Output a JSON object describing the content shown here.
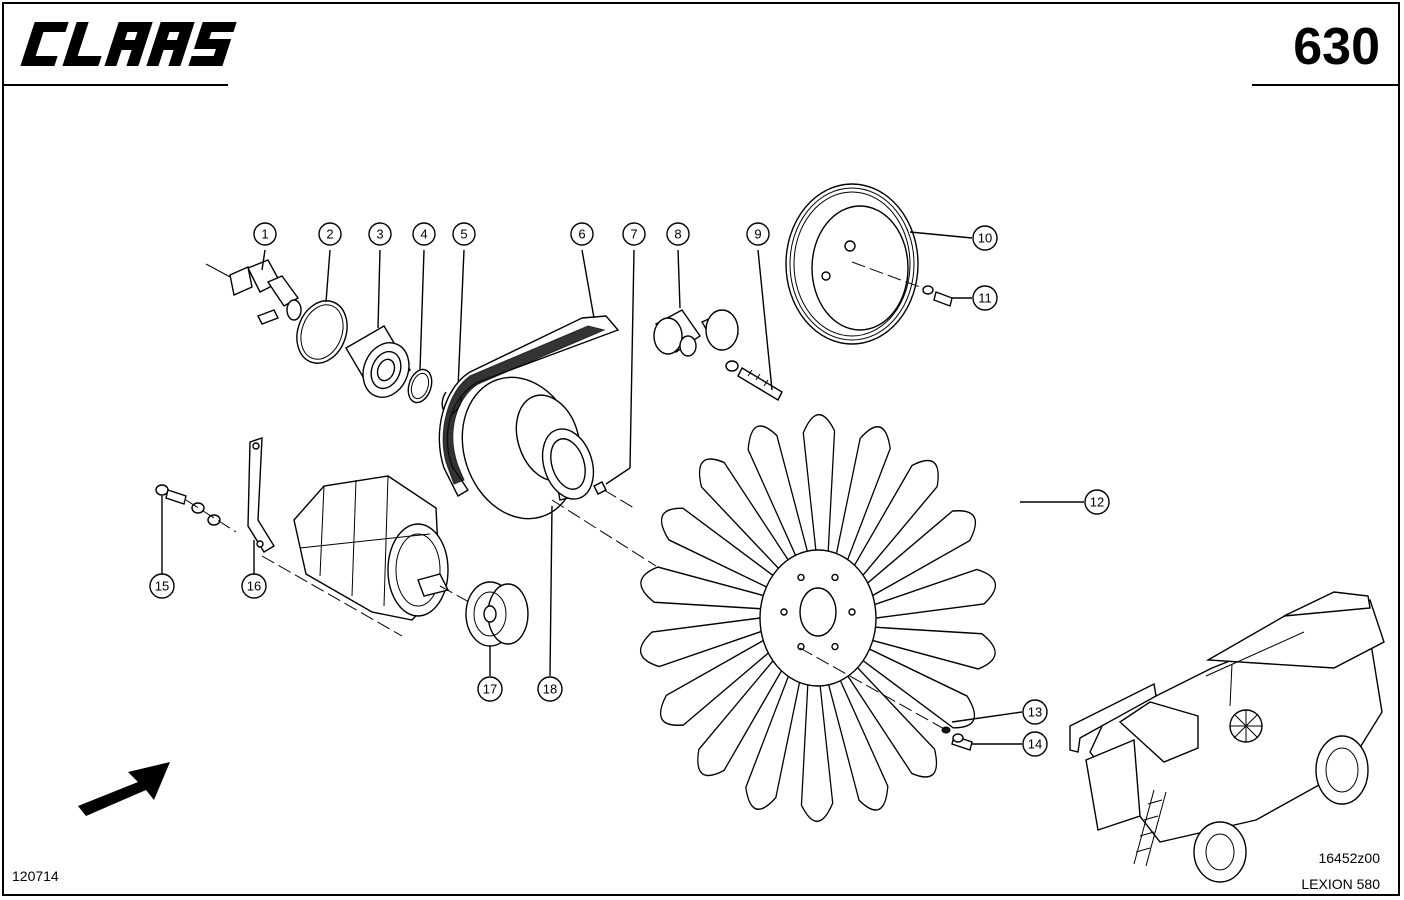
{
  "header": {
    "brand": "CLAAS",
    "page_number": "630"
  },
  "footer": {
    "drawing_id": "120714",
    "figure_code": "16452z00",
    "model": "LEXION 580"
  },
  "callouts": [
    "1",
    "2",
    "3",
    "4",
    "5",
    "6",
    "7",
    "8",
    "9",
    "10",
    "11",
    "12",
    "13",
    "14",
    "15",
    "16",
    "17",
    "18"
  ]
}
